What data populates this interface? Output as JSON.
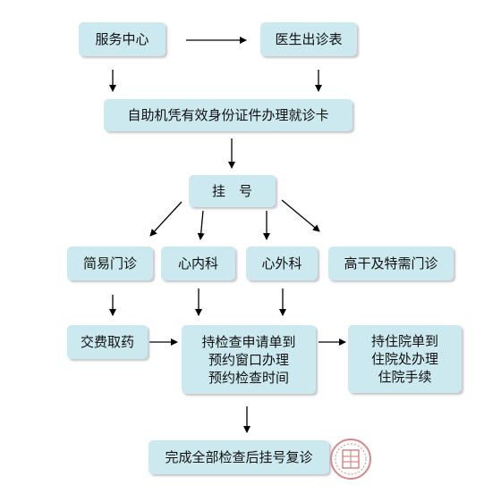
{
  "flowchart": {
    "nodes": {
      "service_center": "服务中心",
      "doctor_schedule": "医生出诊表",
      "self_service_card": "自助机凭有效身份证件办理就诊卡",
      "registration": "挂　号",
      "simple_clinic": "简易门诊",
      "cardiology": "心内科",
      "cardiac_surgery": "心外科",
      "vip_clinic": "高干及特需门诊",
      "payment_pharmacy": "交费取药",
      "exam_appointment": "持检查申请单到\n预约窗口办理\n预约检查时间",
      "admission": "持住院单到\n住院处办理\n住院手续",
      "revisit": "完成全部检查后挂号复诊"
    },
    "edges": [
      [
        "service_center",
        "doctor_schedule"
      ],
      [
        "service_center",
        "self_service_card"
      ],
      [
        "doctor_schedule",
        "self_service_card"
      ],
      [
        "self_service_card",
        "registration"
      ],
      [
        "registration",
        "simple_clinic"
      ],
      [
        "registration",
        "cardiology"
      ],
      [
        "registration",
        "cardiac_surgery"
      ],
      [
        "registration",
        "vip_clinic"
      ],
      [
        "simple_clinic",
        "payment_pharmacy"
      ],
      [
        "cardiology",
        "exam_appointment"
      ],
      [
        "cardiac_surgery",
        "exam_appointment"
      ],
      [
        "payment_pharmacy",
        "exam_appointment"
      ],
      [
        "exam_appointment",
        "admission"
      ],
      [
        "exam_appointment",
        "revisit"
      ]
    ],
    "colors": {
      "node_fill": "#cbe9ef",
      "arrow": "#000000",
      "seal": "#d48a8a"
    },
    "seal_icon": "hospital-seal-icon"
  }
}
